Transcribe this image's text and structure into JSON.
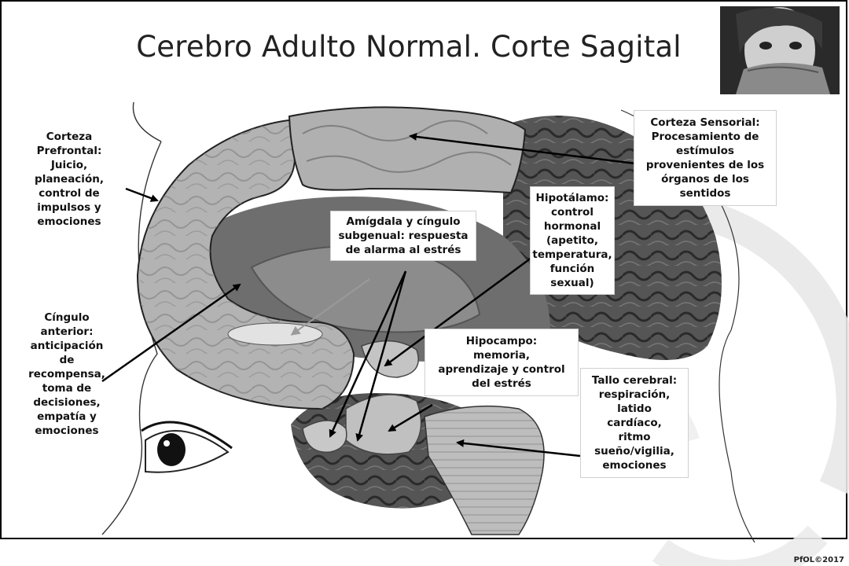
{
  "title": "Cerebro Adulto Normal. Corte Sagital",
  "labels": {
    "prefrontal": [
      "Corteza",
      "Prefrontal:",
      "Juicio,",
      "planeación,",
      "control de",
      "impulsos y",
      "emociones"
    ],
    "cingulo_anterior": [
      "Cíngulo",
      "anterior:",
      "anticipación",
      "de",
      "recompensa,",
      "toma de",
      "decisiones,",
      "empatía y",
      "emociones"
    ],
    "amigdala": [
      "Amígdala y cíngulo",
      "subgenual: respuesta",
      "de alarma al estrés"
    ],
    "sensorial": [
      "Corteza Sensorial:",
      "Procesamiento de",
      "estímulos",
      "provenientes de los",
      "órganos de los",
      "sentidos"
    ],
    "hipotalamo": [
      "Hipotálamo:",
      "control",
      "hormonal",
      "(apetito,",
      "temperatura,",
      "función",
      "sexual)"
    ],
    "hipocampo": [
      "Hipocampo:",
      "memoria,",
      "aprendizaje y control",
      "del estrés"
    ],
    "tallo": [
      "Tallo cerebral:",
      "respiración,",
      "latido",
      "cardíaco,",
      "ritmo",
      "sueño/vigilia,",
      "emociones"
    ]
  },
  "credit": "PfOL©2017",
  "icons": [
    "child-photo-icon",
    "eye-icon",
    "brain-illustration"
  ],
  "colors": {
    "frame": "#000000",
    "cortex_highlight": "#b8b8b8",
    "brain_dark": "#4a4a4a",
    "watermark": "#e6e6e6"
  }
}
